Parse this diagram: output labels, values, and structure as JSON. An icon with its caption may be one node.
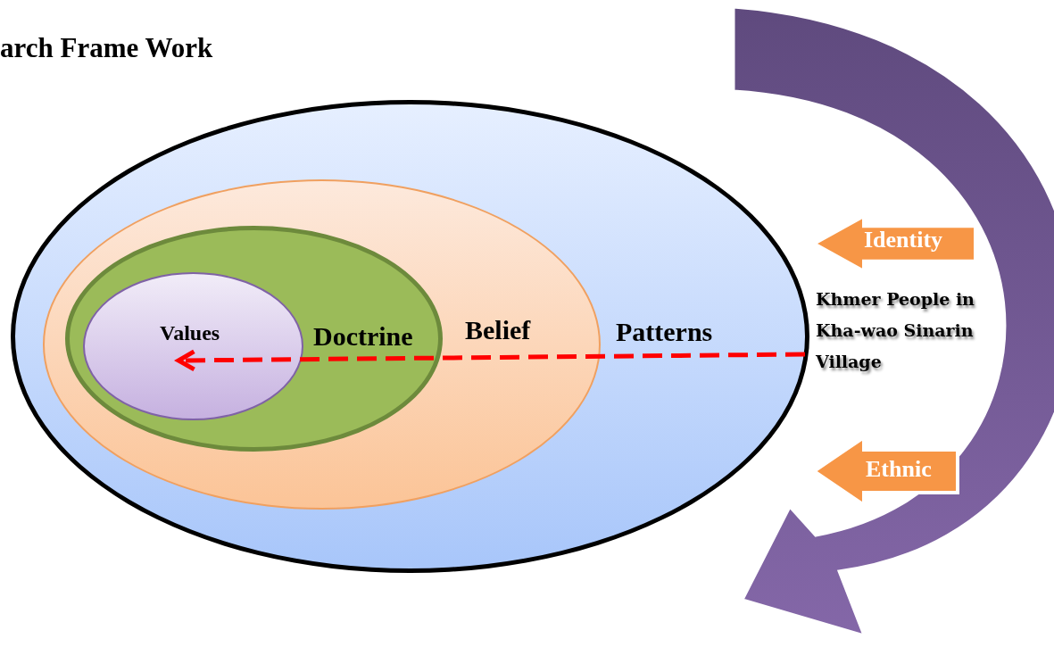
{
  "diagram": {
    "title": "arch Frame Work",
    "nodes": [
      {
        "text": [
          "Patterns"
        ]
      },
      {
        "text": [
          "Belief"
        ],
        "in": 0
      },
      {
        "text": [
          "Doctrine"
        ],
        "in": 1
      },
      {
        "text": [
          "Values"
        ],
        "in": 2
      },
      {
        "text": [
          "Identity"
        ]
      },
      {
        "text": [
          "Ethnic"
        ]
      }
    ],
    "edges": [
      {
        "from": 0,
        "to": 3,
        "arrow": "to",
        "style": "dashed",
        "color": "#ff0000"
      }
    ],
    "labels": [
      "Khmer People in Kha-wao Sinarin Village"
    ]
  }
}
